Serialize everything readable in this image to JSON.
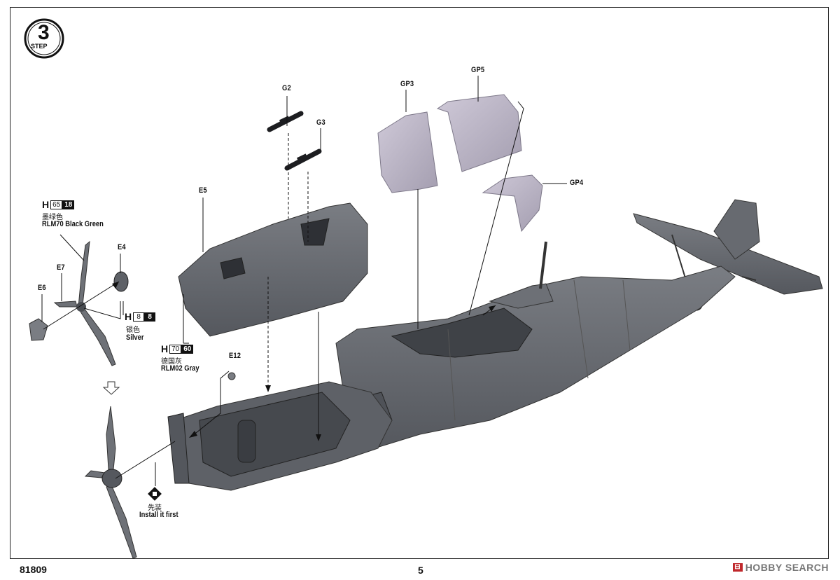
{
  "step": {
    "number": "3",
    "label": "STEP"
  },
  "parts": {
    "g2": "G2",
    "g3": "G3",
    "gp3": "GP3",
    "gp5": "GP5",
    "gp4": "GP4",
    "e5": "E5",
    "e4": "E4",
    "e7": "E7",
    "e6": "E6",
    "e12": "E12"
  },
  "paints": {
    "black_green": {
      "h": "H",
      "hobby": "65",
      "mr": "18",
      "cn": "墨绿色",
      "en": "RLM70 Black Green"
    },
    "silver": {
      "h": "H",
      "hobby": "8",
      "mr": "8",
      "cn": "银色",
      "en": "Silver"
    },
    "gray": {
      "h": "H",
      "hobby": "70",
      "mr": "60",
      "cn": "德国灰",
      "en": "RLM02 Gray"
    }
  },
  "note": {
    "icon": "install-first-icon",
    "cn": "先装",
    "en": "Install it first"
  },
  "footer": {
    "kit_number": "81809",
    "page_number": "5"
  },
  "watermark": {
    "mark": "⊟",
    "text": "HOBBY SEARCH"
  },
  "colors": {
    "plastic": "#6f7278",
    "plastic_dark": "#575a60",
    "clear": "#b9b3c4",
    "line": "#111111"
  }
}
